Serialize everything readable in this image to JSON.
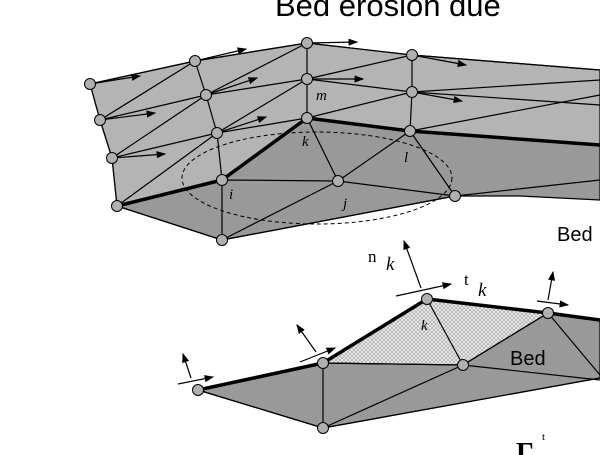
{
  "title": "Bed erosion due",
  "top_mesh": {
    "node_labels": {
      "i": "i",
      "j": "j",
      "k": "k",
      "l": "l",
      "m": "m"
    },
    "region_label": "Bed"
  },
  "bottom_mesh": {
    "node_label": "k",
    "region_label": "Bed",
    "normal_label": "n",
    "normal_sub": "k",
    "tangent_label": "t",
    "tangent_sub": "k",
    "boundary_label": "Γ",
    "boundary_sup": "t"
  },
  "colors": {
    "upper_face": "#b4b4b4",
    "bed_face": "#999999",
    "node": "#b0b0b0",
    "hatch": "#dcdcdc"
  }
}
